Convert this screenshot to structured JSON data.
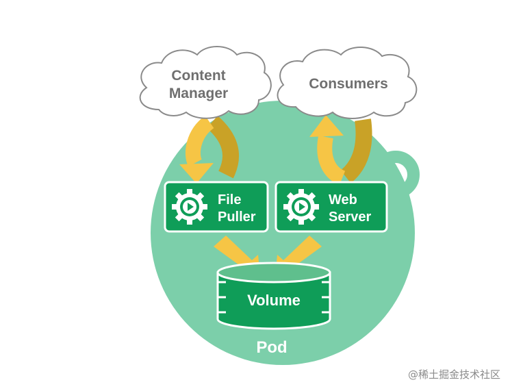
{
  "clouds": [
    {
      "lines": [
        "Content",
        "Manager"
      ]
    },
    {
      "lines": [
        "Consumers"
      ]
    }
  ],
  "containers": [
    {
      "lines": [
        "File",
        "Puller"
      ],
      "icon": "gear-play-icon"
    },
    {
      "lines": [
        "Web",
        "Server"
      ],
      "icon": "gear-play-icon"
    }
  ],
  "volume": {
    "label": "Volume"
  },
  "pod": {
    "label": "Pod"
  },
  "watermark": "@稀土掘金技术社区",
  "colors": {
    "pod_fill": "#7ccfaa",
    "box_fill": "#0f9d58",
    "arrow_light": "#f6c545",
    "arrow_dark": "#c9a227",
    "cloud_stroke": "#8a8a8a",
    "cloud_text": "#6f6f6f"
  }
}
